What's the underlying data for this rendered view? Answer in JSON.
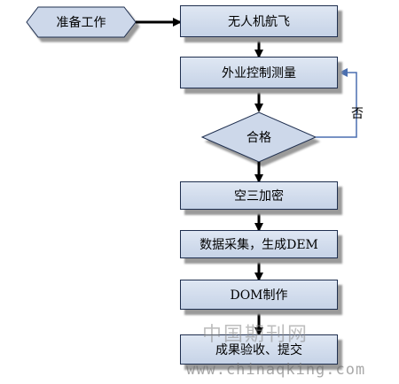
{
  "flowchart": {
    "start": "准备工作",
    "steps": [
      "无人机航飞",
      "外业控制测量",
      "空三加密",
      "数据采集，生成DEM",
      "DOM制作",
      "成果验收、提交"
    ],
    "decision": "合格",
    "no_label": "否"
  },
  "watermark": {
    "cn": "中国期刊网",
    "url": "www.chinaqking.com"
  },
  "colors": {
    "box_fill_top": "#dfe7f3",
    "box_fill_bottom": "#c6d3e7",
    "border": "#1f2f4f",
    "arrow": "#000000",
    "loop_line": "#4a6fb0"
  }
}
